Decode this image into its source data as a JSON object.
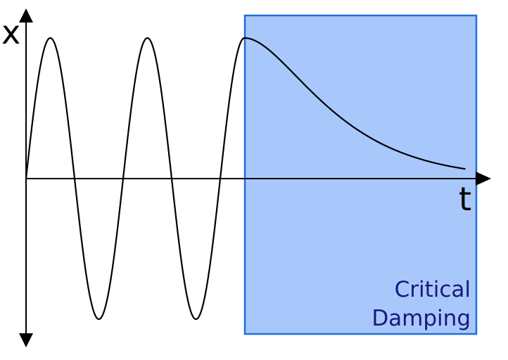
{
  "diagram": {
    "x_axis_label": "t",
    "y_axis_label": "x",
    "region": {
      "label_line1": "Critical",
      "label_line2": "Damping",
      "fill_color": "#a8c8fb",
      "border_color": "#1c6fdc",
      "text_color": "#19197d"
    },
    "curve": {
      "oscillation_peaks_before_region": 3,
      "behavior_in_region": "exponential decay to equilibrium",
      "stroke_color": "#000000"
    }
  }
}
